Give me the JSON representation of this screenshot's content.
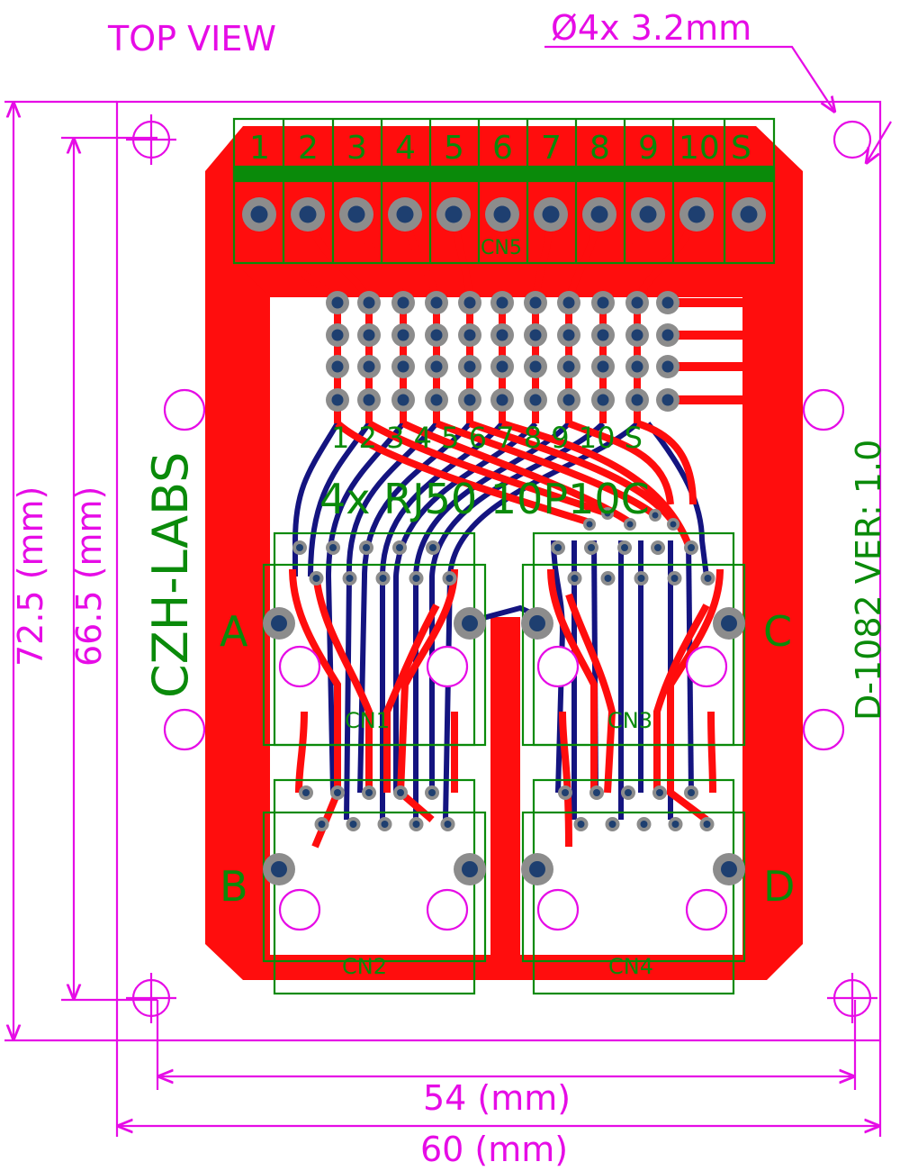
{
  "view_title": "TOP VIEW",
  "hole_spec": "Ø4x  3.2mm",
  "dims": {
    "height_outer": "72.5 (mm)",
    "height_inner": "66.5 (mm)",
    "width_inner": "54 (mm)",
    "width_outer": "60 (mm)"
  },
  "brand": "CZH-LABS",
  "model": "D-1082 VER: 1.0",
  "connector_title": "4x  RJ50  10P10C",
  "pin_legend": "1 2 3 4 5 6 7 8 9 10 S",
  "terminal_pins": [
    "1",
    "2",
    "3",
    "4",
    "5",
    "6",
    "7",
    "8",
    "9",
    "10",
    "S"
  ],
  "refdes": {
    "cn5": "CN5",
    "cn1": "CN1",
    "cn2": "CN2",
    "cn3": "CN3",
    "cn4": "CN4"
  },
  "ports": {
    "a": "A",
    "b": "B",
    "c": "C",
    "d": "D"
  },
  "colors": {
    "dimension": "#e60ce6",
    "copper_top": "#ff0d0d",
    "copper_bottom": "#141480",
    "silkscreen": "#0a8a0a",
    "pad": "#8c8c8c",
    "pad_core": "#1e3f70"
  }
}
